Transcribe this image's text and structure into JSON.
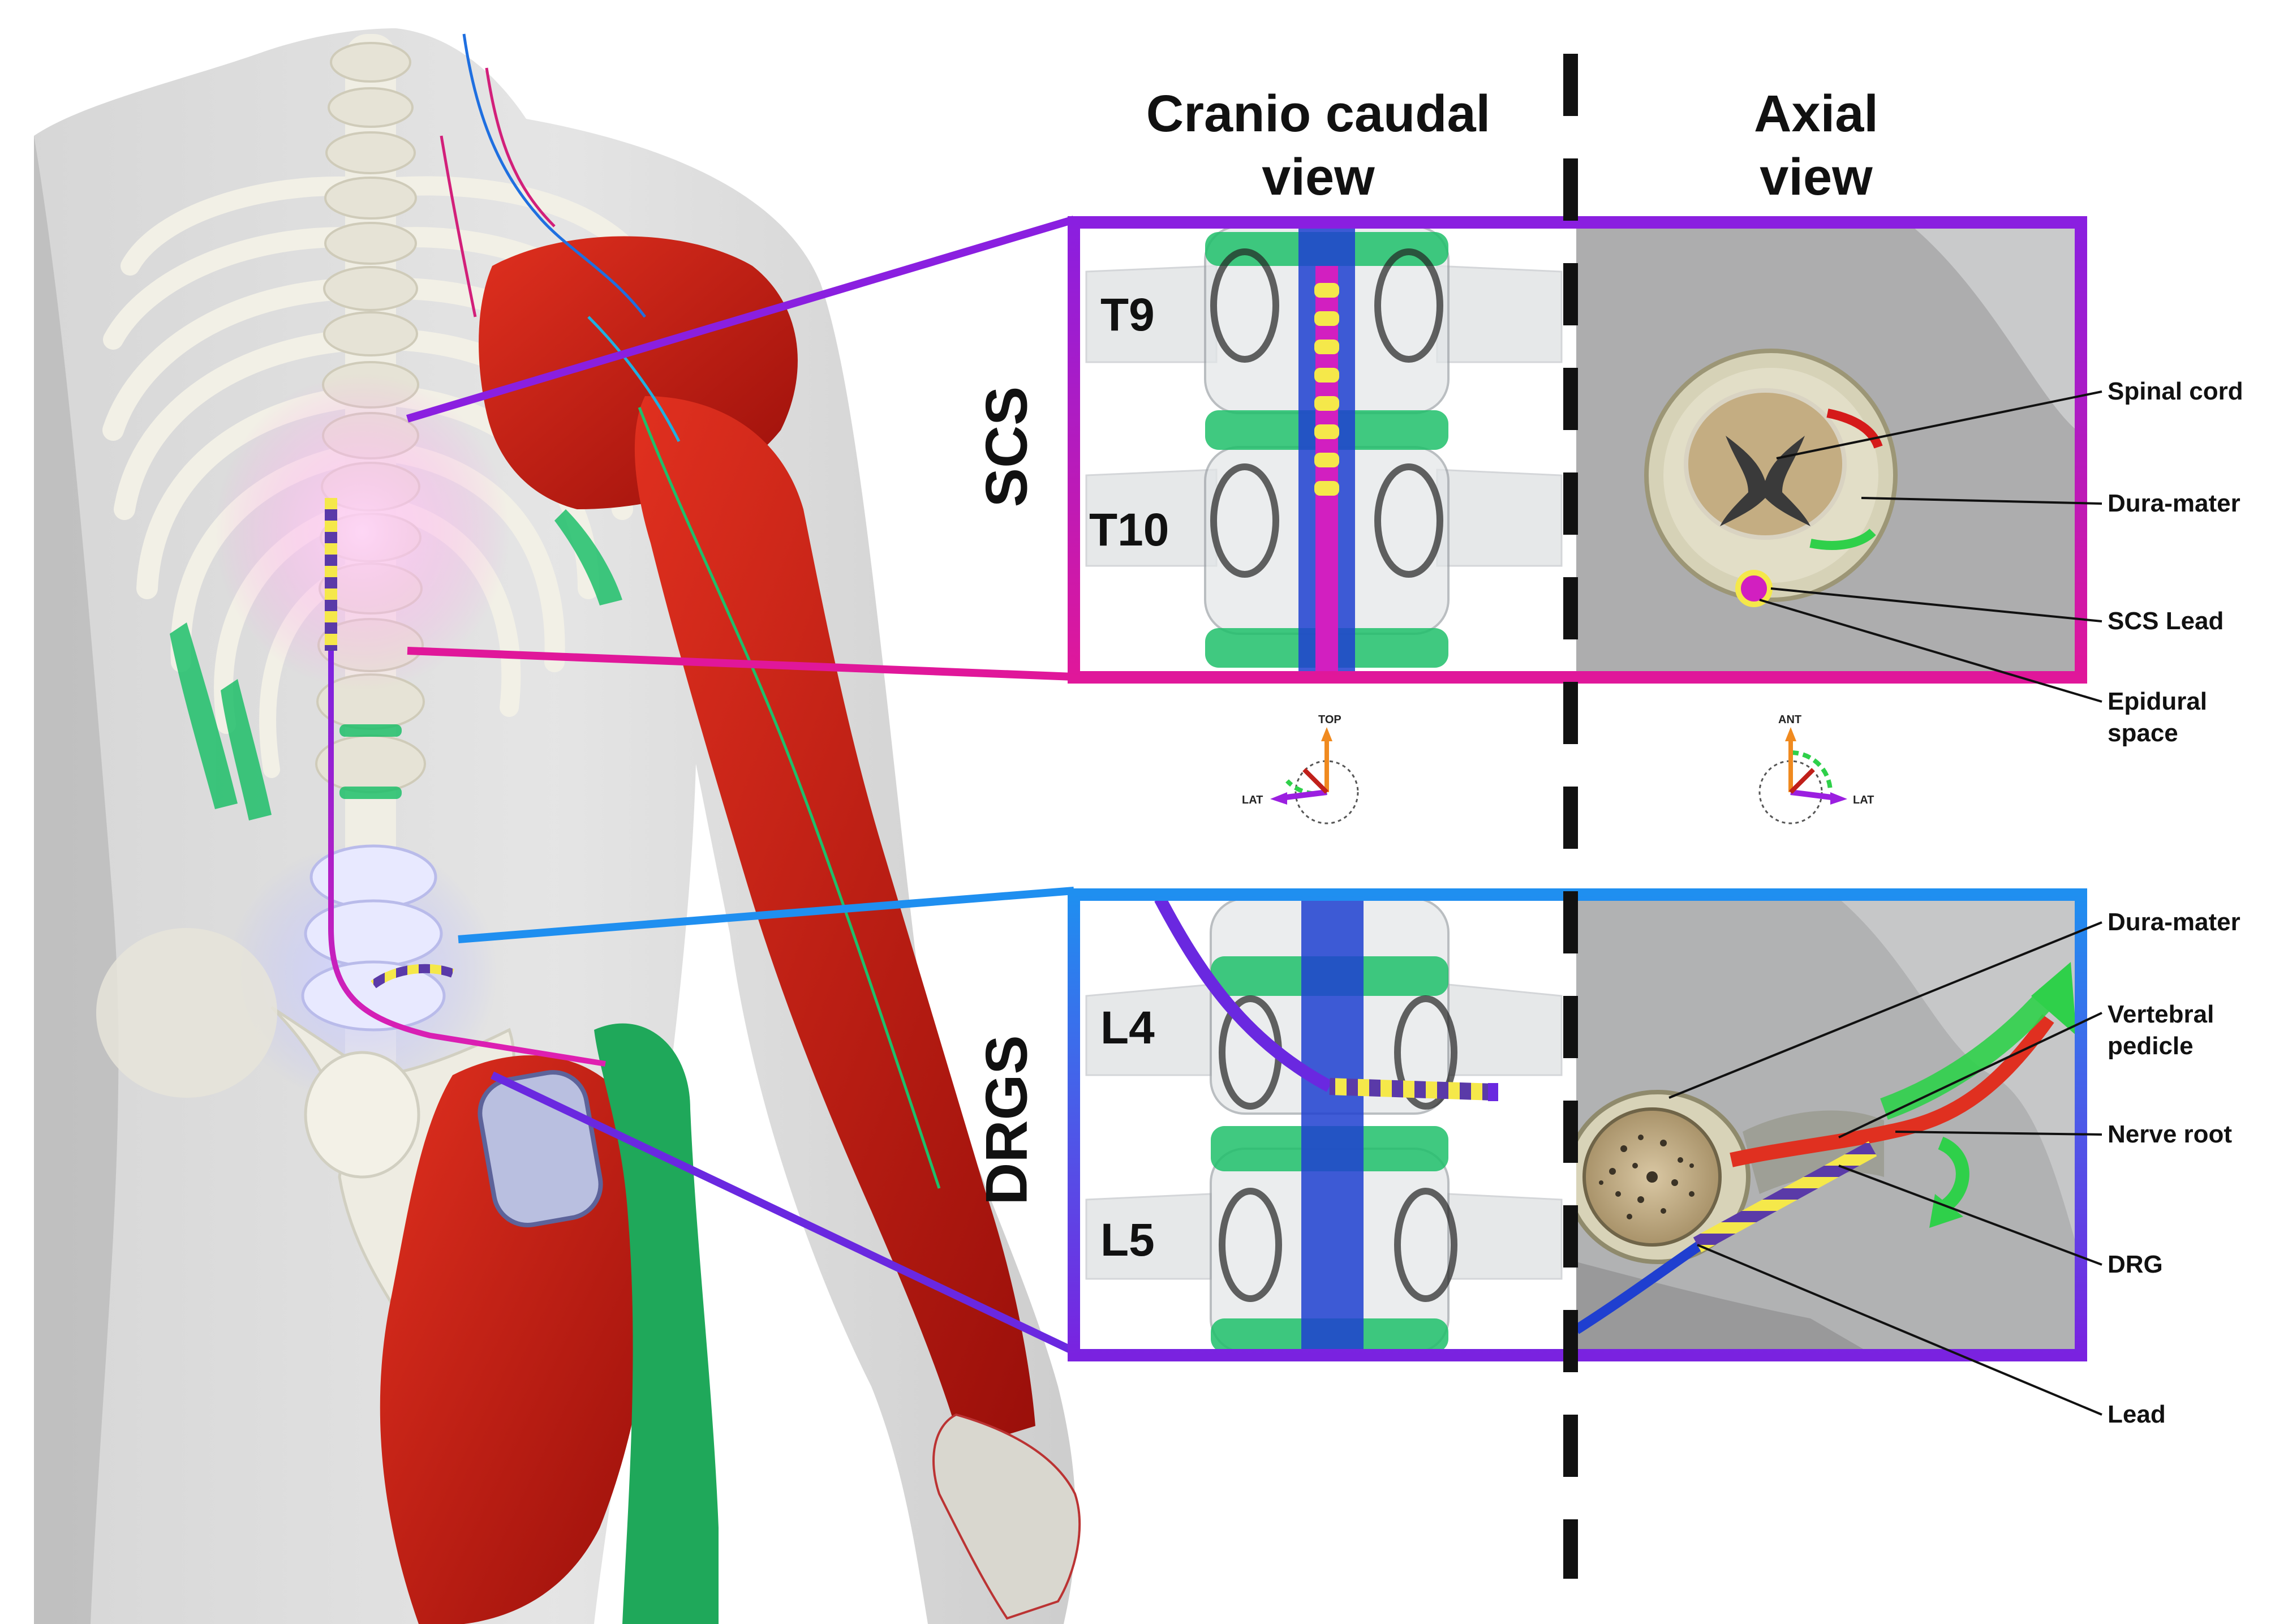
{
  "columns": {
    "cranio_caudal": "Cranio caudal\nview",
    "axial": "Axial\nview"
  },
  "rows": {
    "scs": "SCS",
    "drgs": "DRGS"
  },
  "levels": {
    "t9": "T9",
    "t10": "T10",
    "l4": "L4",
    "l5": "L5"
  },
  "scs_labels": {
    "spinal_cord": "Spinal cord",
    "dura_mater": "Dura-mater",
    "scs_lead": "SCS Lead",
    "epidural_space": "Epidural\nspace"
  },
  "drgs_labels": {
    "dura_mater": "Dura-mater",
    "vertebral_pedicle": "Vertebral\npedicle",
    "nerve_root": "Nerve root",
    "drg": "DRG",
    "lead": "Lead"
  },
  "compass": {
    "cranio": {
      "top": "TOP",
      "side": "LAT"
    },
    "axial": {
      "top": "ANT",
      "side": "LAT"
    }
  },
  "colors": {
    "scs_frame_top": "#8a1fe0",
    "scs_frame_bottom": "#e0179a",
    "drgs_frame_top": "#1f8ff0",
    "drgs_frame_bottom": "#7a22e0",
    "muscle": "#c01a12",
    "disc": "#1fbf6a",
    "spinal_blue": "#1f3fd0",
    "lead_yellow": "#f5e84a",
    "lead_magenta": "#d21fc0"
  }
}
